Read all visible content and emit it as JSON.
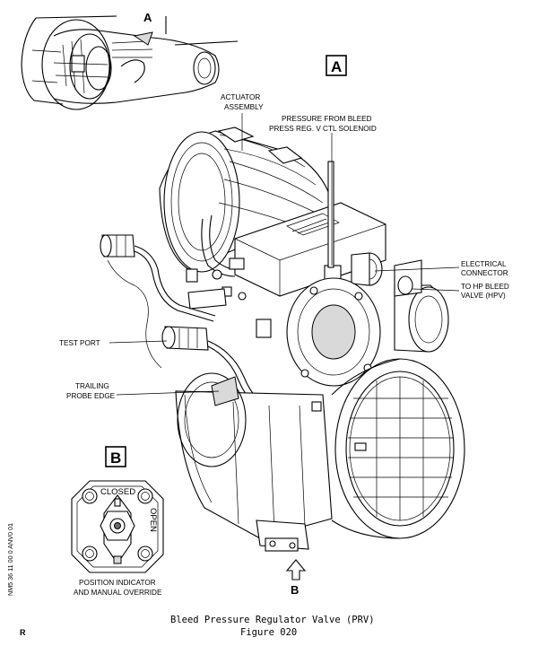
{
  "labels": {
    "view_a_marker": "A",
    "view_a_box": "A",
    "view_b_box": "B",
    "view_b_marker": "B",
    "actuator_line1": "ACTUATOR",
    "actuator_line2": "ASSEMBLY",
    "pressure_line1": "PRESSURE FROM BLEED",
    "pressure_line2": "PRESS REG. V CTL SOLENOID",
    "electrical_line1": "ELECTRICAL",
    "electrical_line2": "CONNECTOR",
    "hp_line1": "TO HP BLEED",
    "hp_line2": "VALVE (HPV)",
    "test_port": "TEST PORT",
    "trailing_line1": "TRAILING",
    "trailing_line2": "PROBE EDGE",
    "closed": "CLOSED",
    "open": "OPEN",
    "position_line1": "POSITION INDICATOR",
    "position_line2": "AND MANUAL OVERRIDE",
    "side_code": "NM5 36 11 00 0 ANV0 01",
    "corner_mark": "R"
  },
  "caption": {
    "title": "Bleed Pressure Regulator Valve (PRV)",
    "figure": "Figure 020"
  }
}
